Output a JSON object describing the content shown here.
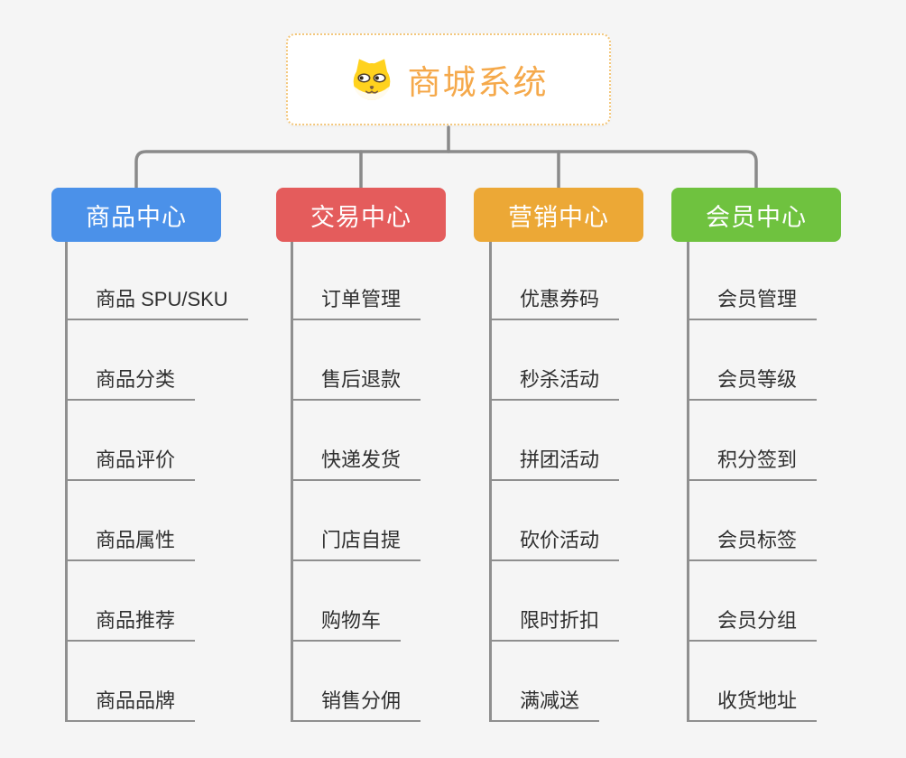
{
  "root": {
    "title": "商城系统",
    "icon": "dog-face-icon"
  },
  "branches": [
    {
      "label": "商品中心",
      "color": "#4b91e9",
      "children": [
        "商品 SPU/SKU",
        "商品分类",
        "商品评价",
        "商品属性",
        "商品推荐",
        "商品品牌"
      ]
    },
    {
      "label": "交易中心",
      "color": "#e45c5c",
      "children": [
        "订单管理",
        "售后退款",
        "快递发货",
        "门店自提",
        "购物车",
        "销售分佣"
      ]
    },
    {
      "label": "营销中心",
      "color": "#eca836",
      "children": [
        "优惠券码",
        "秒杀活动",
        "拼团活动",
        "砍价活动",
        "限时折扣",
        "满减送"
      ]
    },
    {
      "label": "会员中心",
      "color": "#6fc23f",
      "children": [
        "会员管理",
        "会员等级",
        "积分签到",
        "会员标签",
        "会员分组",
        "收货地址"
      ]
    }
  ],
  "colors": {
    "background": "#f5f5f5",
    "connector": "#8a8a8a",
    "underline": "#8f8f8f",
    "root_text": "#f5a94b",
    "root_border": "#f3c77c",
    "child_text": "#2f2f2f"
  }
}
